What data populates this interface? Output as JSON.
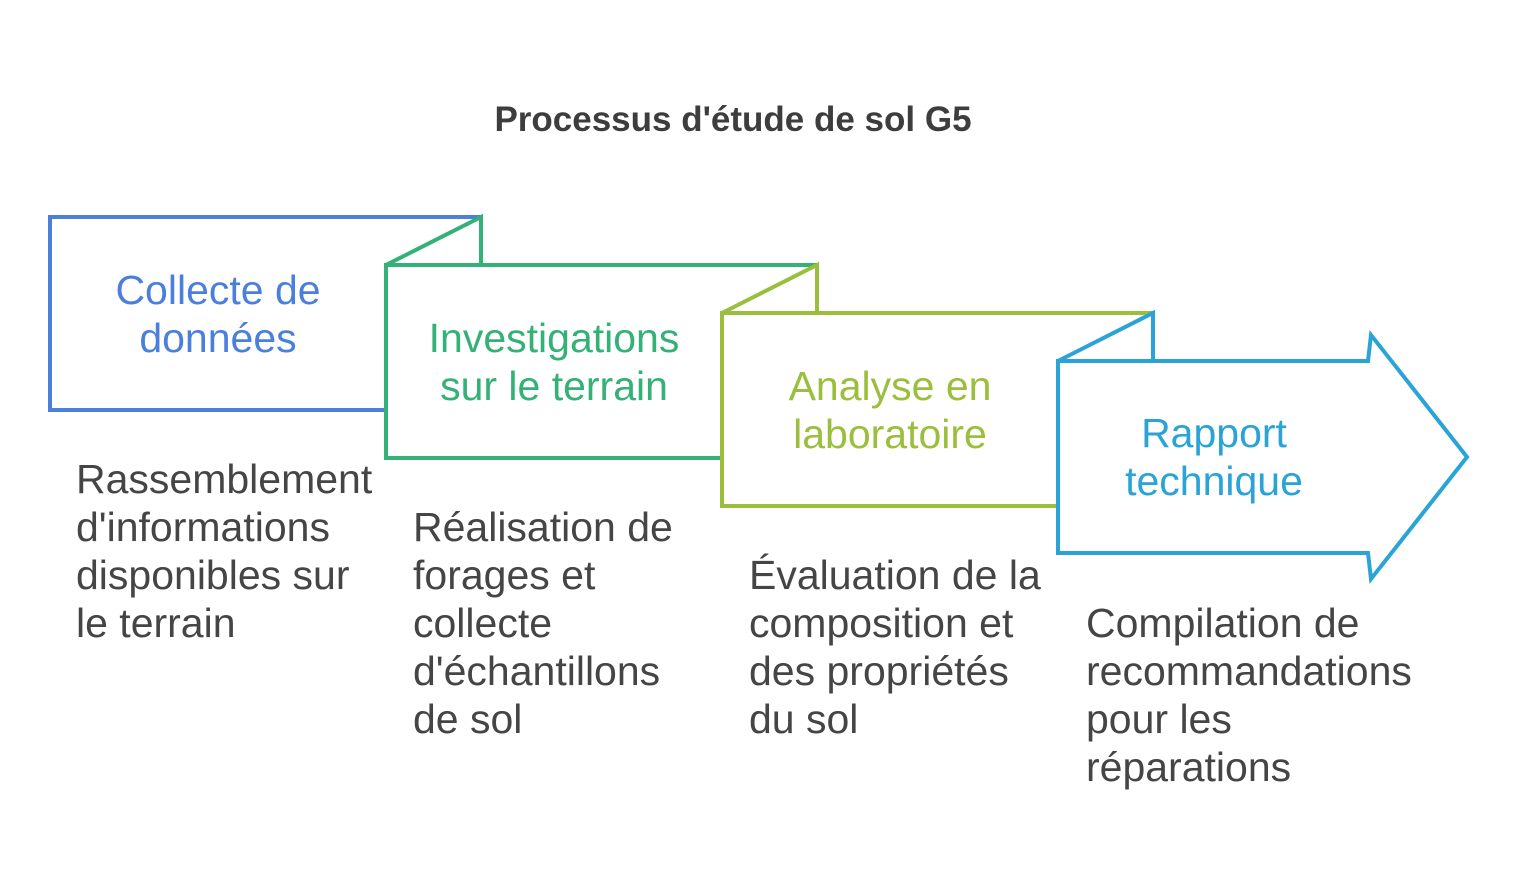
{
  "title": "Processus d'étude de sol G5",
  "colors": {
    "title_text": "#3d3d3d",
    "description_text": "#454545",
    "shape_fill": "#ffffff"
  },
  "steps": [
    {
      "label": "Collecte de données",
      "label_lines": [
        "Collecte de",
        "données"
      ],
      "description": "Rassemblement d'informations disponibles sur le terrain",
      "description_lines": [
        "Rassemblement",
        "d'informations",
        "disponibles sur",
        "le terrain"
      ],
      "color": "#4a80dc",
      "shape": "rectangle"
    },
    {
      "label": "Investigations sur le terrain",
      "label_lines": [
        "Investigations",
        "sur le terrain"
      ],
      "description": "Réalisation de forages et collecte d'échantillons de sol",
      "description_lines": [
        "Réalisation de",
        "forages et",
        "collecte",
        "d'échantillons",
        "de sol"
      ],
      "color": "#33b176",
      "shape": "folded-rectangle"
    },
    {
      "label": "Analyse en laboratoire",
      "label_lines": [
        "Analyse en",
        "laboratoire"
      ],
      "description": "Évaluation de la composition et des propriétés du sol",
      "description_lines": [
        "Évaluation de la",
        "composition et",
        "des propriétés",
        "du sol"
      ],
      "color": "#9bbe3c",
      "shape": "folded-rectangle"
    },
    {
      "label": "Rapport technique",
      "label_lines": [
        "Rapport",
        "technique"
      ],
      "description": "Compilation de recommandations pour les réparations",
      "description_lines": [
        "Compilation de",
        "recommandations",
        "pour les",
        "réparations"
      ],
      "color": "#2aa3d7",
      "shape": "folded-arrow-right"
    }
  ]
}
